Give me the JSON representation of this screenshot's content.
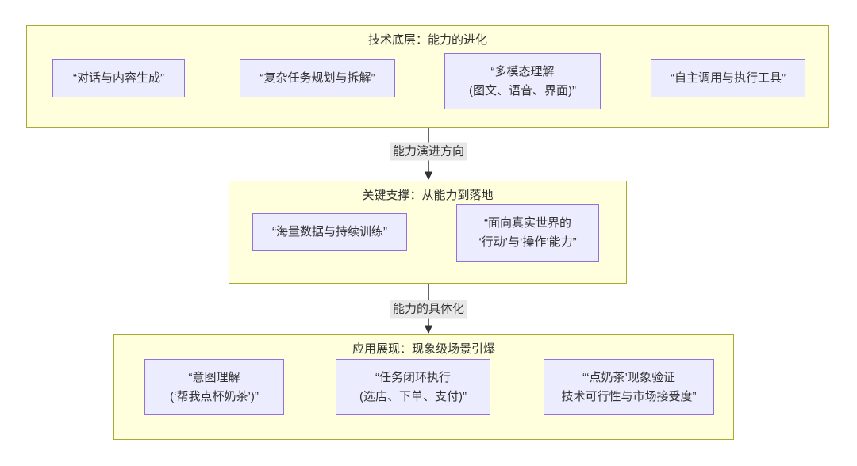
{
  "diagram": {
    "clusters": [
      {
        "title": "技术底层：能力的进化",
        "nodes": [
          {
            "label": "“对话与内容生成”"
          },
          {
            "label": "“复杂任务规划与拆解”"
          },
          {
            "label": "“多模态理解\n(图文、语音、界面)”"
          },
          {
            "label": "“自主调用与执行工具”"
          }
        ]
      },
      {
        "title": "关键支撑：从能力到落地",
        "nodes": [
          {
            "label": "“海量数据与持续训练”"
          },
          {
            "label": "“面向真实世界的\n‘行动’与‘操作’能力”"
          }
        ]
      },
      {
        "title": "应用展现：现象级场景引爆",
        "nodes": [
          {
            "label": "“意图理解\n(‘帮我点杯奶茶’)”"
          },
          {
            "label": "“任务闭环执行\n(选店、下单、支付)”"
          },
          {
            "label": "“‘点奶茶’现象验证\n技术可行性与市场接受度”"
          }
        ]
      }
    ],
    "edge_labels": [
      {
        "text": "能力演进方向"
      },
      {
        "text": "能力的具体化"
      }
    ],
    "colors": {
      "background": "#ffffff",
      "cluster_fill": "#ffffde",
      "cluster_border": "#aaaa33",
      "node_fill": "#ececff",
      "node_border": "#9370db",
      "text": "#333333",
      "arrow": "#333333",
      "edge_label_bg": "#e8e8e8"
    }
  }
}
